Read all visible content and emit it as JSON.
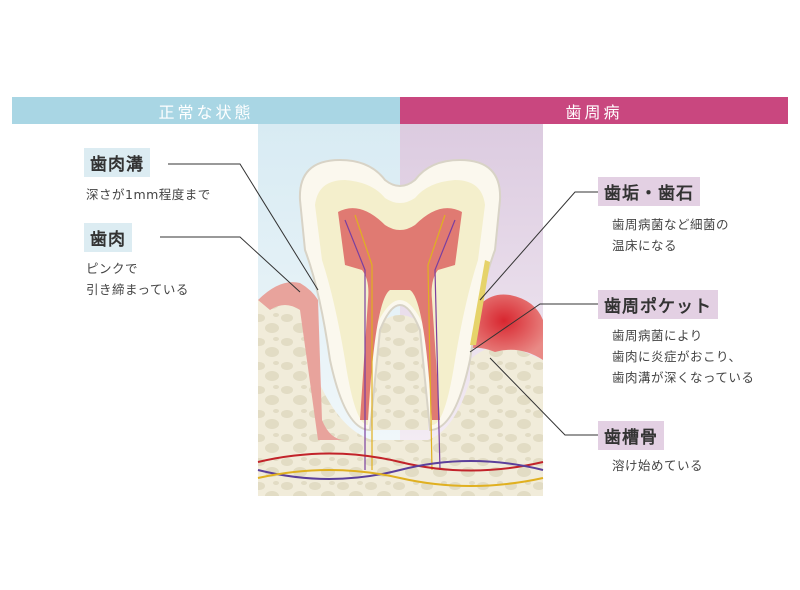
{
  "header": {
    "left_title": "正常な状態",
    "right_title": "歯周病"
  },
  "labels": {
    "sulcus": {
      "title": "歯肉溝",
      "desc": [
        "深さが1mm程度まで"
      ]
    },
    "gum": {
      "title": "歯肉",
      "desc": [
        "ピンクで",
        "引き締まっている"
      ]
    },
    "plaque": {
      "title": "歯垢・歯石",
      "desc": [
        "歯周病菌など細菌の",
        "温床になる"
      ]
    },
    "pocket": {
      "title": "歯周ポケット",
      "desc": [
        "歯周病菌により",
        "歯肉に炎症がおこり、",
        "歯肉溝が深くなっている"
      ]
    },
    "bone": {
      "title": "歯槽骨",
      "desc": [
        "溶け始めている"
      ]
    }
  },
  "colors": {
    "normal": "#a9d6e4",
    "disease": "#c9477f"
  }
}
